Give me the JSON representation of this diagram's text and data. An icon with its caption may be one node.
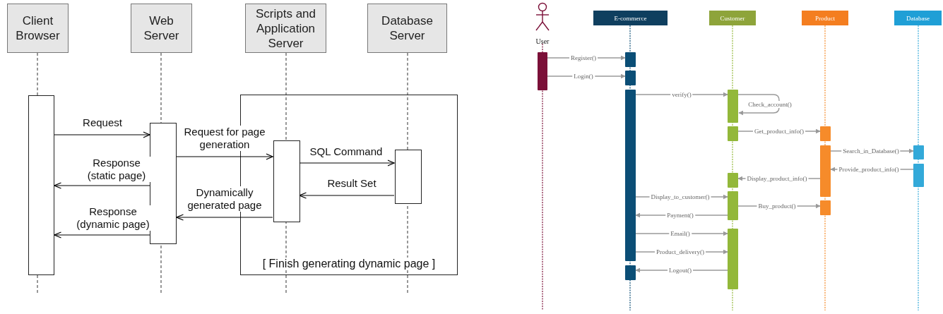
{
  "diagram": {
    "nodes": [
      {
        "text": [
          "Client Browser"
        ]
      },
      {
        "text": [
          "Web Server"
        ]
      },
      {
        "text": [
          "Scripts and Application Server"
        ]
      },
      {
        "text": [
          "Database Server"
        ]
      },
      {
        "text": [
          "[ Finish generating dynamic page ]"
        ]
      },
      {
        "text": [],
        "shape": "bar"
      },
      {
        "text": [],
        "shape": "bar"
      },
      {
        "text": [],
        "shape": "bar",
        "in": 4
      },
      {
        "text": [],
        "shape": "bar",
        "in": 4
      },
      {
        "text": [
          "User"
        ]
      },
      {
        "text": [
          "E-commerce"
        ]
      },
      {
        "text": [
          "Customer"
        ]
      },
      {
        "text": [
          "Product"
        ]
      },
      {
        "text": [
          "Database"
        ]
      },
      {
        "text": [],
        "shape": "bar"
      },
      {
        "text": [],
        "shape": "bar"
      },
      {
        "text": [],
        "shape": "bar"
      },
      {
        "text": [],
        "shape": "bar"
      },
      {
        "text": [],
        "shape": "bar"
      },
      {
        "text": [],
        "shape": "bar"
      },
      {
        "text": [],
        "shape": "bar"
      },
      {
        "text": [],
        "shape": "bar"
      },
      {
        "text": [],
        "shape": "bar"
      },
      {
        "text": [],
        "shape": "bar"
      },
      {
        "text": [],
        "shape": "bar"
      },
      {
        "text": [],
        "shape": "bar"
      },
      {
        "text": [],
        "shape": "bar"
      },
      {
        "text": [],
        "shape": "bar"
      },
      {
        "text": [],
        "shape": "bar"
      }
    ],
    "edges": [
      {
        "from": 5,
        "to": 6,
        "arrow": "to",
        "label": "Request",
        "color": "#000000"
      },
      {
        "from": 6,
        "to": 5,
        "arrow": "to",
        "label": "Response (static page)",
        "color": "#000000"
      },
      {
        "from": 6,
        "to": 7,
        "arrow": "to",
        "label": "Request for page generation",
        "color": "#000000"
      },
      {
        "from": 7,
        "to": 8,
        "arrow": "to",
        "label": "SQL Command",
        "color": "#000000"
      },
      {
        "from": 8,
        "to": 7,
        "arrow": "to",
        "label": "Result Set",
        "color": "#000000"
      },
      {
        "from": 7,
        "to": 6,
        "arrow": "to",
        "label": "Dynamically generated page",
        "color": "#000000"
      },
      {
        "from": 6,
        "to": 5,
        "arrow": "to",
        "label": "Response (dynamic page)",
        "color": "#000000"
      },
      {
        "from": 14,
        "to": 15,
        "arrow": "to",
        "label": "Register()"
      },
      {
        "from": 14,
        "to": 16,
        "arrow": "to",
        "label": "Login()"
      },
      {
        "from": 17,
        "to": 19,
        "arrow": "to",
        "label": "verify()"
      },
      {
        "from": 19,
        "to": 19,
        "arrow": "to",
        "label": "Check_account()"
      },
      {
        "from": 20,
        "to": 24,
        "arrow": "to",
        "label": "Get_product_info()"
      },
      {
        "from": 25,
        "to": 27,
        "arrow": "to",
        "label": "Search_in_Database()"
      },
      {
        "from": 28,
        "to": 25,
        "arrow": "to",
        "label": "Provide_product_info()"
      },
      {
        "from": 25,
        "to": 21,
        "arrow": "to",
        "label": "Display_product_info()"
      },
      {
        "from": 17,
        "to": 22,
        "arrow": "to",
        "label": "Display_to_customer()"
      },
      {
        "from": 22,
        "to": 17,
        "arrow": "to",
        "label": "Payment()"
      },
      {
        "from": 22,
        "to": 26,
        "arrow": "to",
        "label": "Buy_product()"
      },
      {
        "from": 17,
        "to": 23,
        "arrow": "to",
        "label": "Email()"
      },
      {
        "from": 17,
        "to": 23,
        "arrow": "to",
        "label": "Product_delivery()"
      },
      {
        "from": 23,
        "to": 18,
        "arrow": "to",
        "label": "Logout()"
      }
    ]
  }
}
